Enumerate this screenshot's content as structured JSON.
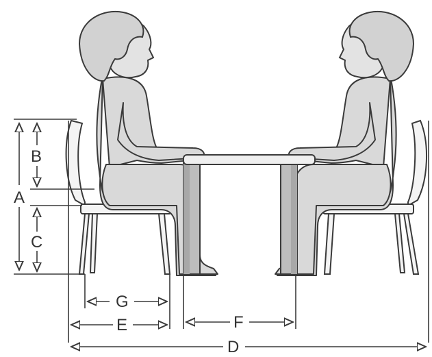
{
  "dimensions": {
    "A": "A",
    "B": "B",
    "C": "C",
    "D": "D",
    "E": "E",
    "F": "F",
    "G": "G"
  },
  "colors": {
    "figure_fill": "#d9d9d9",
    "line": "#3a3a3a",
    "background": "#ffffff"
  }
}
